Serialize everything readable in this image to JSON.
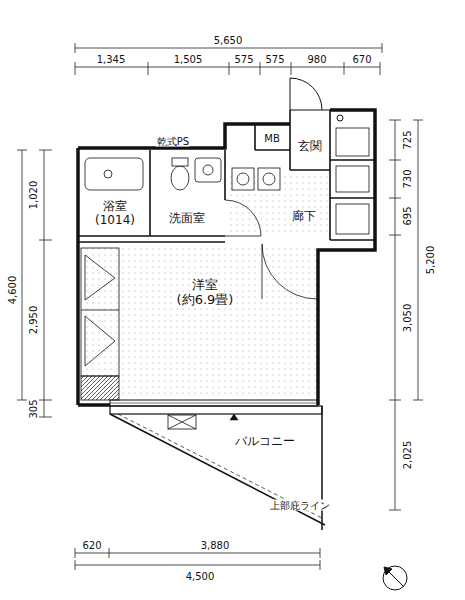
{
  "diagram": {
    "nodes": [
      {
        "text": [
          "浴室",
          "(1014)"
        ]
      },
      {
        "text": [
          "洗面室"
        ]
      },
      {
        "text": [
          "洋室",
          "(約6.9畳)"
        ]
      },
      {
        "text": [
          "MB"
        ]
      },
      {
        "text": [
          "玄関"
        ]
      },
      {
        "text": [
          "廊下"
        ]
      },
      {
        "text": [
          "バルコニー"
        ]
      }
    ],
    "labels": [
      "5,650",
      "1,345",
      "1,505",
      "575",
      "575",
      "980",
      "670",
      "1,020",
      "4,600",
      "2,950",
      "305",
      "725",
      "730",
      "695",
      "5,200",
      "3,050",
      "2,025",
      "620",
      "3,880",
      "4,500",
      "乾式PS",
      "上部庇ライン"
    ]
  }
}
